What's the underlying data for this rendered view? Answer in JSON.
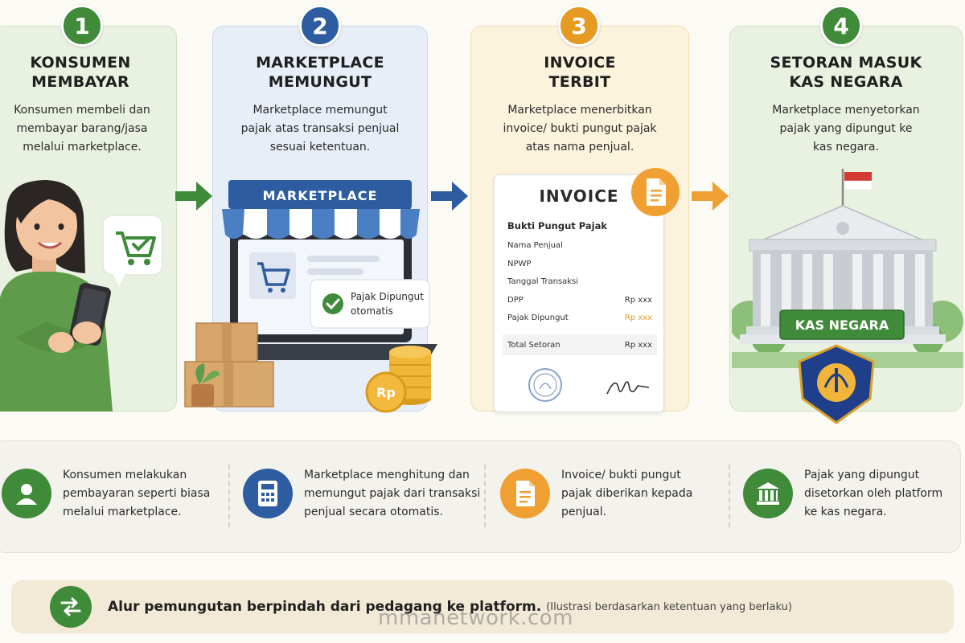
{
  "steps": [
    {
      "number": "1",
      "title_line1": "KONSUMEN",
      "title_line2": "MEMBAYAR",
      "desc_line1": "Konsumen membeli dan",
      "desc_line2": "membayar barang/jasa",
      "desc_line3": "melalui marketplace."
    },
    {
      "number": "2",
      "title_line1": "MARKETPLACE",
      "title_line2": "MEMUNGUT",
      "desc_line1": "Marketplace memungut",
      "desc_line2": "pajak atas transaksi penjual",
      "desc_line3": "sesuai ketentuan.",
      "store_sign": "MARKETPLACE",
      "badge_line1": "Pajak Dipungut",
      "badge_line2": "otomatis",
      "coin_label": "Rp"
    },
    {
      "number": "3",
      "title_line1": "INVOICE",
      "title_line2": "TERBIT",
      "desc_line1": "Marketplace menerbitkan",
      "desc_line2": "invoice/ bukti pungut pajak",
      "desc_line3": "atas nama penjual.",
      "invoice": {
        "heading": "INVOICE",
        "subheading": "Bukti Pungut Pajak",
        "rows": [
          {
            "label": "Nama Penjual",
            "value": ""
          },
          {
            "label": "NPWP",
            "value": ""
          },
          {
            "label": "Tanggal Transaksi",
            "value": ""
          },
          {
            "label": "DPP",
            "value": "Rp xxx"
          },
          {
            "label": "Pajak Dipungut",
            "value": "Rp xxx"
          }
        ],
        "total_label": "Total Setoran",
        "total_value": "Rp xxx"
      }
    },
    {
      "number": "4",
      "title_line1": "SETORAN MASUK",
      "title_line2": "KAS NEGARA",
      "desc_line1": "Marketplace menyetorkan",
      "desc_line2": "pajak yang dipungut ke",
      "desc_line3": "kas negara.",
      "building_sign": "KAS NEGARA"
    }
  ],
  "notes": [
    {
      "line1": "Konsumen melakukan",
      "line2": "pembayaran seperti biasa",
      "line3": "melalui marketplace.",
      "icon": "user-icon"
    },
    {
      "line1": "Marketplace menghitung dan",
      "line2": "memungut pajak dari transaksi",
      "line3": "penjual secara otomatis.",
      "icon": "calculator-icon"
    },
    {
      "line1": "Invoice/ bukti pungut",
      "line2": "pajak diberikan kepada",
      "line3": "penjual.",
      "icon": "document-icon"
    },
    {
      "line1": "Pajak yang dipungut",
      "line2": "disetorkan oleh platform",
      "line3": "ke kas negara.",
      "icon": "bank-icon"
    }
  ],
  "footer": {
    "strong": "Alur pemungutan berpindah dari pedagang ke platform.",
    "small": "(Ilustrasi berdasarkan ketentuan yang berlaku)",
    "icon": "swap-arrows-icon"
  },
  "watermark": "mmanetwork.com",
  "colors": {
    "green": "#3f8b3a",
    "blue": "#2d5da0",
    "orange": "#e59a22"
  }
}
